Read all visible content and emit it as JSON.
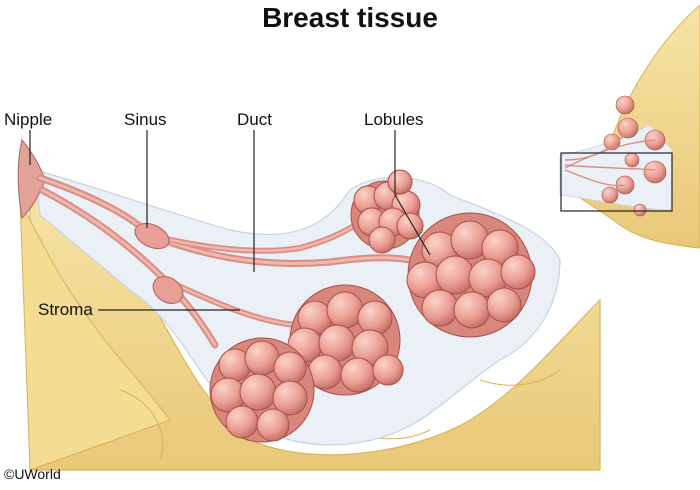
{
  "title": "Breast tissue",
  "labels": {
    "nipple": "Nipple",
    "sinus": "Sinus",
    "duct": "Duct",
    "lobules": "Lobules",
    "stroma": "Stroma"
  },
  "credit": "©UWorld",
  "colors": {
    "fat": "#f2d98a",
    "fat_dark": "#d9b65a",
    "stroma": "#e8eef5",
    "lobule": "#e8938a",
    "lobule_dark": "#b85a55",
    "duct": "#e3a39a"
  }
}
